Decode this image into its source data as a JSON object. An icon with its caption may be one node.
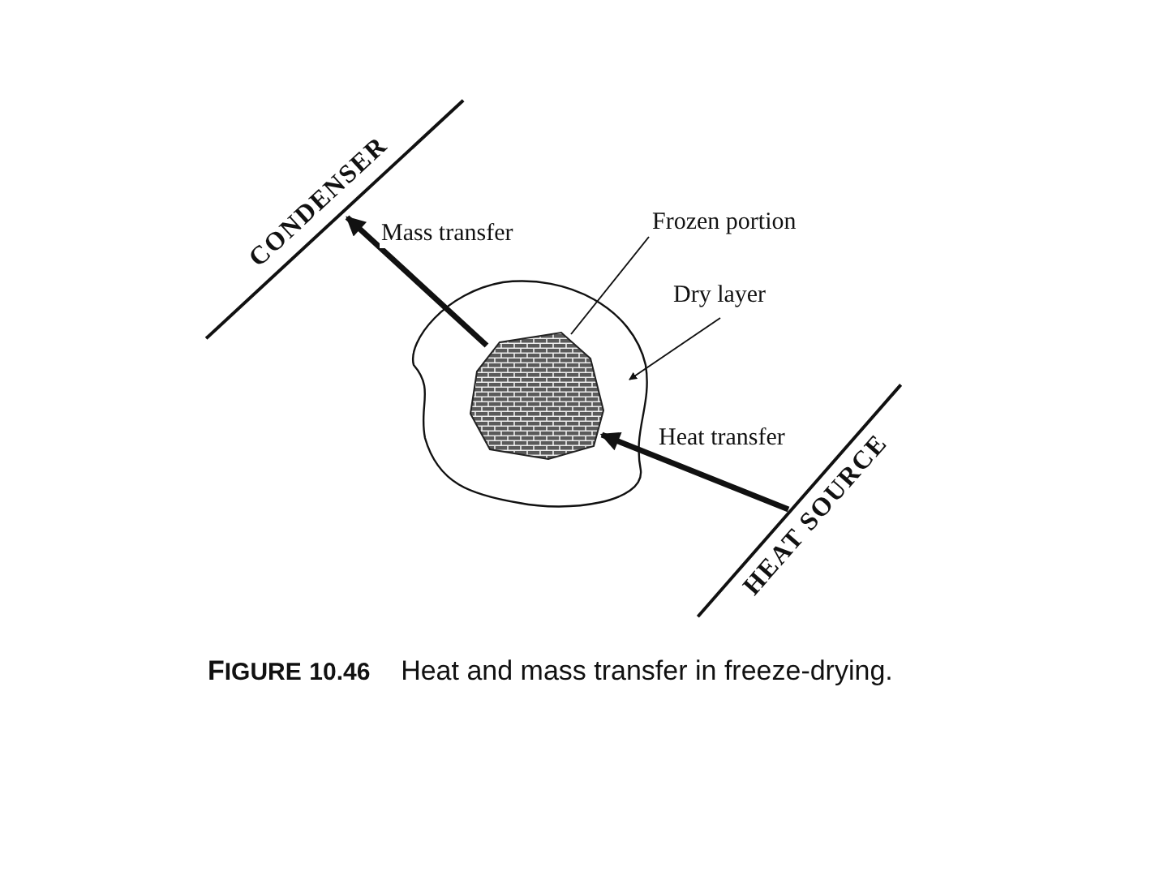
{
  "diagram": {
    "caption": "**F****IGURE** **10.46**    Heat and mass transfer in freeze-drying.",
    "nodes": [
      {
        "text": [
          "CONDENSER"
        ]
      },
      {
        "text": [
          "Frozen portion"
        ]
      },
      {
        "text": [
          "Dry layer"
        ]
      },
      {
        "text": [],
        "shape": "circle"
      },
      {
        "text": [],
        "shape": "polygon",
        "in": 3
      },
      {
        "text": [
          "HEAT SOURCE"
        ]
      }
    ],
    "edges": [
      {
        "from": 4,
        "to": 0,
        "arrow": "to",
        "label": "Mass transfer",
        "style": "thick"
      },
      {
        "from": 5,
        "to": 4,
        "arrow": "to",
        "label": "Heat transfer",
        "style": "thick"
      },
      {
        "from": 1,
        "to": 4,
        "arrow": "none"
      },
      {
        "from": 2,
        "to": 3,
        "arrow": "to"
      }
    ]
  }
}
